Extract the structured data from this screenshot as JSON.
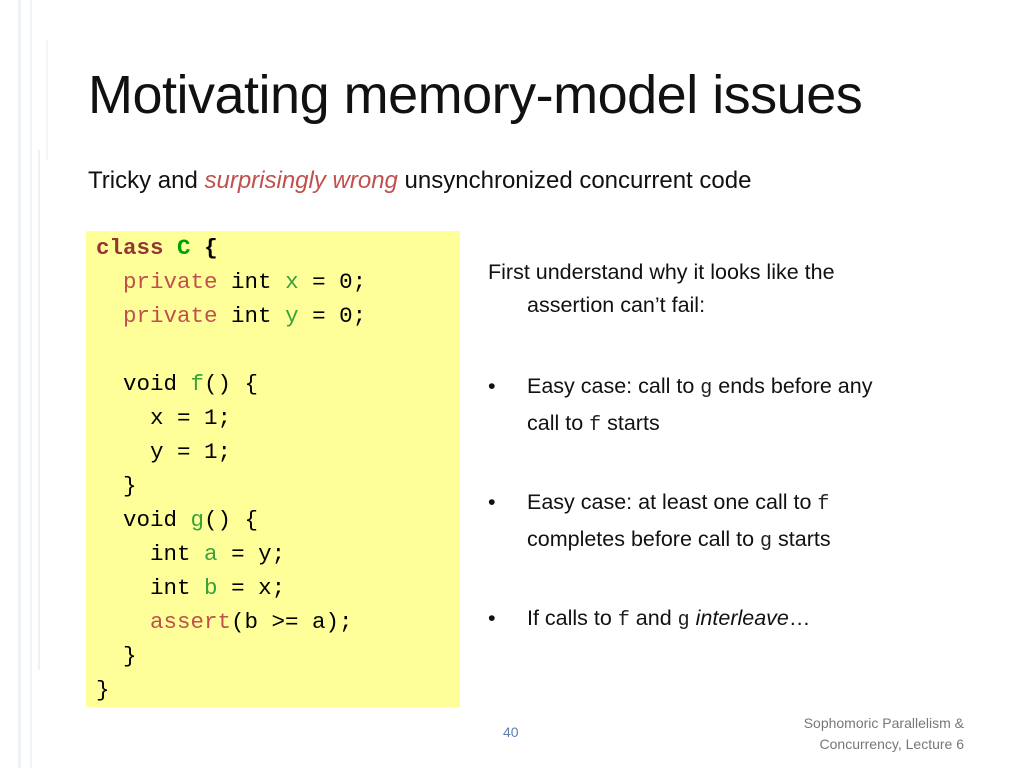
{
  "slide": {
    "title": "Motivating memory-model issues",
    "subtitle": {
      "before": "Tricky and ",
      "emphasis": "surprisingly wrong",
      "after": " unsynchronized concurrent code"
    },
    "code": {
      "line1": {
        "kw": "class",
        "name": "C",
        "brace": "{"
      },
      "line2": {
        "mod": "private",
        "type": "int",
        "id": "x",
        "rest": " = 0;"
      },
      "line3": {
        "mod": "private",
        "type": "int",
        "id": "y",
        "rest": " = 0;"
      },
      "line5": {
        "pre": "void ",
        "id": "f",
        "rest": "() {"
      },
      "line6": "x = 1;",
      "line7": "y = 1;",
      "line8": "}",
      "line9": {
        "pre": "void ",
        "id": "g",
        "rest": "() {"
      },
      "line10": {
        "type": "int",
        "id": "a",
        "rest": " = y;"
      },
      "line11": {
        "type": "int",
        "id": "b",
        "rest": " = x;"
      },
      "line12": {
        "fn": "assert",
        "rest": "(b >= a);"
      },
      "line13": "}",
      "line14": "}"
    },
    "intro": {
      "line1": "First understand why it looks like the",
      "line2": "assertion can’t fail:"
    },
    "bullets": [
      {
        "marker": "•",
        "a": "Easy case:  call to ",
        "m1": "g",
        "b": " ends before any",
        "c": "call to ",
        "m2": "f",
        "d": " starts"
      },
      {
        "marker": "•",
        "a": "Easy case: at least one call to ",
        "m1": "f",
        "b": "completes before call to ",
        "m2": "g",
        "c": " starts"
      },
      {
        "marker": "•",
        "a": "If calls to ",
        "m1": "f",
        "b": " and ",
        "m2": "g",
        "c": " ",
        "it": "interleave",
        "d": "…"
      }
    ],
    "page_number": "40",
    "footer": {
      "line1": "Sophomoric Parallelism &",
      "line2": "Concurrency, Lecture 6"
    },
    "colors": {
      "code_background": "#ffff99",
      "emphasis": "#c0504d",
      "keyword": "#943634",
      "identifier": "#3aa03a"
    }
  }
}
